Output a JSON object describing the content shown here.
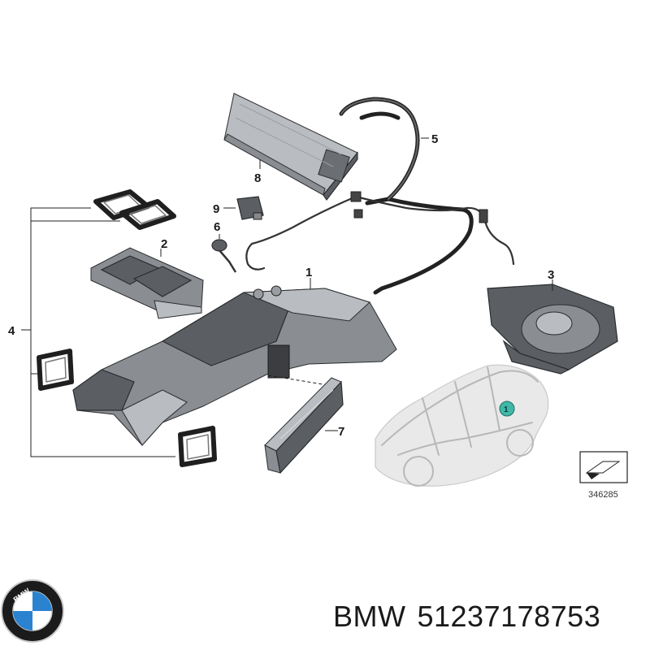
{
  "callouts": {
    "c1": "1",
    "c2": "2",
    "c3": "3",
    "c4": "4",
    "c5": "5",
    "c6": "6",
    "c7": "7",
    "c8": "8",
    "c9": "9"
  },
  "location_marker": "1",
  "reference_number": "346285",
  "logo": {
    "text": "BMW",
    "colors": {
      "blue": "#2b83d0",
      "white": "#ffffff",
      "ring": "#1b1b1b",
      "silver": "#c9c9c9"
    }
  },
  "caption": {
    "brand": "BMW",
    "part_number": "51237178753"
  },
  "colors": {
    "marker": "#3fb8a8",
    "parts": "#5b5e62"
  }
}
